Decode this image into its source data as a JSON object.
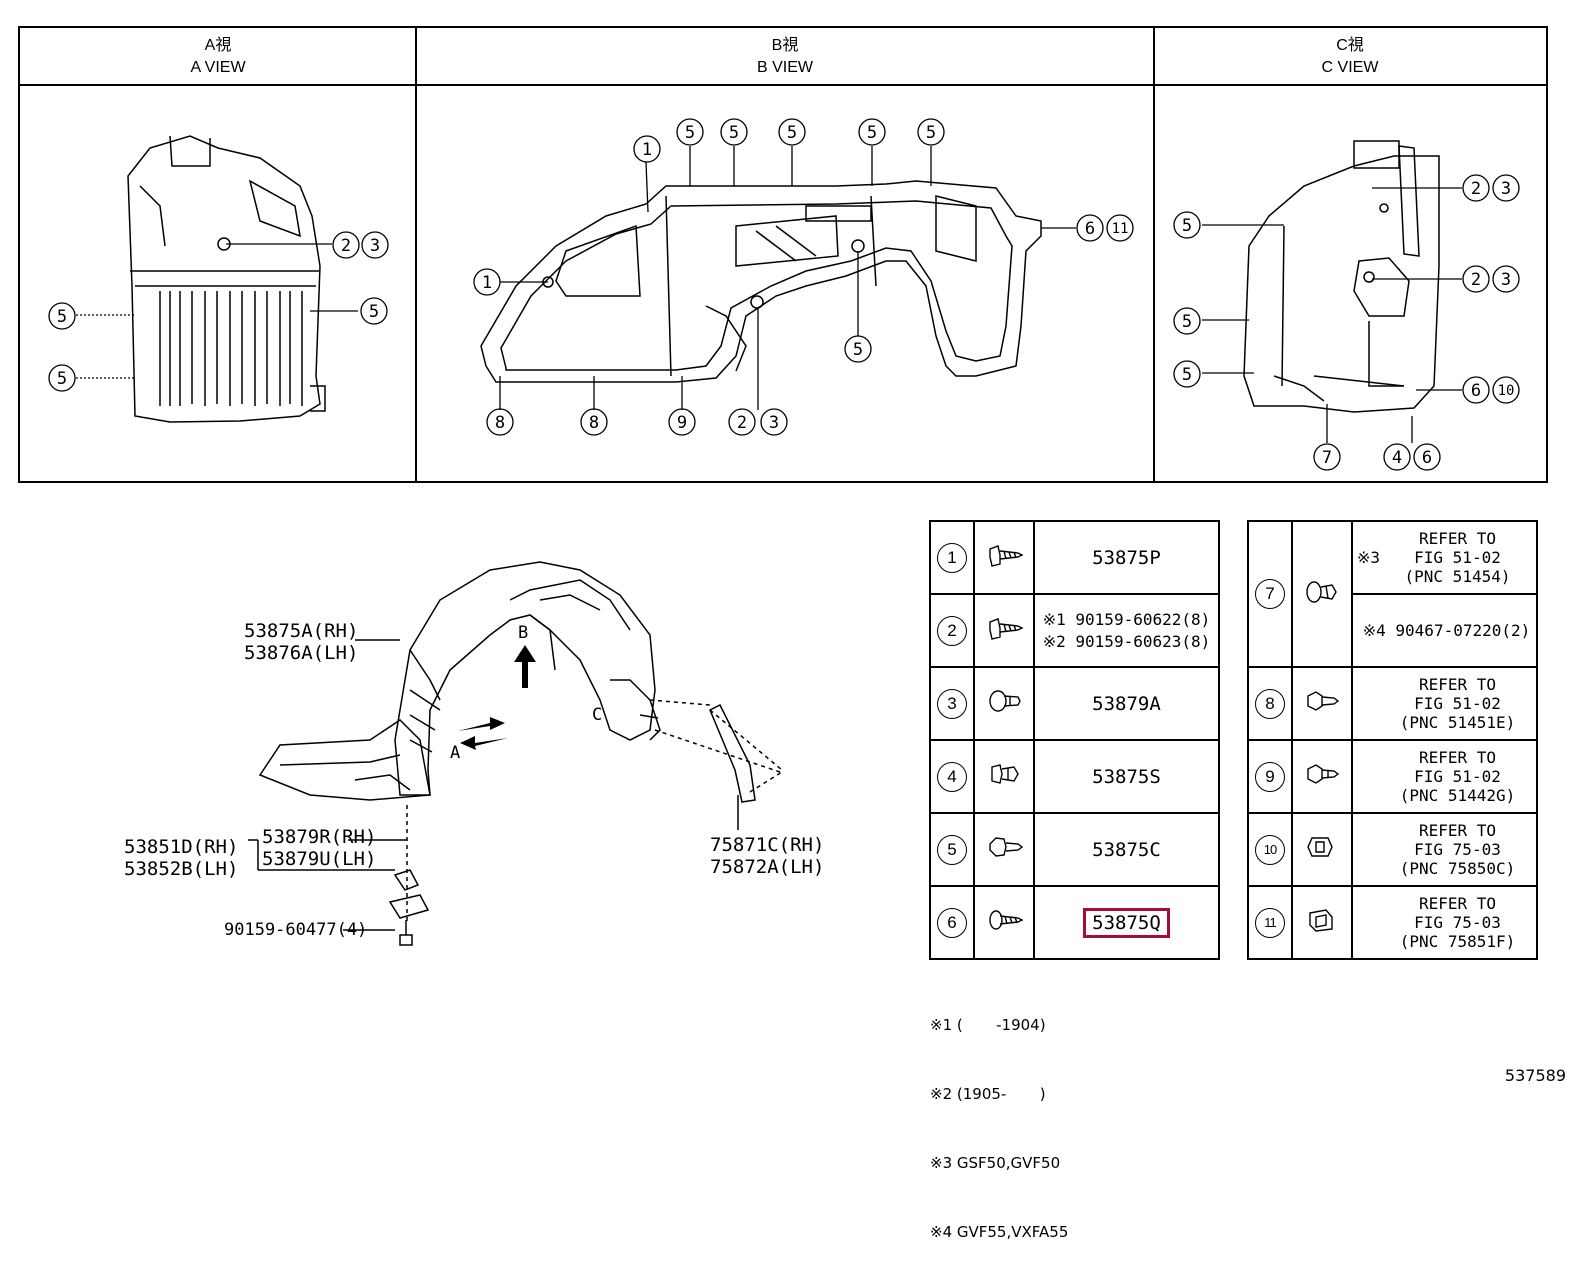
{
  "views": {
    "a": {
      "jp": "A視",
      "en": "A VIEW"
    },
    "b": {
      "jp": "B視",
      "en": "B VIEW"
    },
    "c": {
      "jp": "C視",
      "en": "C VIEW"
    }
  },
  "callouts": {
    "a": [
      "2 3",
      "5",
      "5",
      "5"
    ],
    "b": [
      "1",
      "1",
      "5",
      "5",
      "5",
      "5",
      "5",
      "6 11",
      "5",
      "8",
      "8",
      "9",
      "2 3"
    ],
    "c": [
      "2 3",
      "5",
      "2 3",
      "5",
      "5",
      "6 10",
      "7",
      "4 6"
    ]
  },
  "assembly_labels": {
    "liner_rh": "53875A(RH)",
    "liner_lh": "53876A(LH)",
    "bracket_rh": "53851D(RH)",
    "bracket_lh": "53852B(LH)",
    "retainer_rh": "53879R(RH)",
    "retainer_lh": "53879U(LH)",
    "bolt": "90159-60477(4)",
    "seal_rh": "75871C(RH)",
    "seal_lh": "75872A(LH)",
    "arrow_a": "A",
    "arrow_b": "B",
    "arrow_c": "C"
  },
  "parts_left": [
    {
      "no": "1",
      "part": "53875P"
    },
    {
      "no": "2",
      "lines": [
        {
          "mark": "※1",
          "part": "90159-60622(8)"
        },
        {
          "mark": "※2",
          "part": "90159-60623(8)"
        }
      ]
    },
    {
      "no": "3",
      "part": "53879A"
    },
    {
      "no": "4",
      "part": "53875S"
    },
    {
      "no": "5",
      "part": "53875C"
    },
    {
      "no": "6",
      "part": "53875Q",
      "highlighted": true
    }
  ],
  "parts_right": [
    {
      "no": "7",
      "upper": "REFER TO\nFIG 51-02\n(PNC 51454)",
      "upper_mark": "※3",
      "lower": "90467-07220(2)",
      "lower_mark": "※4"
    },
    {
      "no": "8",
      "text": "REFER TO\nFIG 51-02\n(PNC 51451E)"
    },
    {
      "no": "9",
      "text": "REFER TO\nFIG 51-02\n(PNC 51442G)"
    },
    {
      "no": "10",
      "text": "REFER TO\nFIG 75-03\n(PNC 75850C)"
    },
    {
      "no": "11",
      "text": "REFER TO\nFIG 75-03\n(PNC 75851F)"
    }
  ],
  "notes": [
    "※1 (       -1904)",
    "※2 (1905-       )",
    "※3 GSF50,GVF50",
    "※4 GVF55,VXFA55"
  ],
  "figure_no": "537589",
  "colors": {
    "line": "#000000",
    "highlight": "#a50d35",
    "background": "#ffffff"
  }
}
